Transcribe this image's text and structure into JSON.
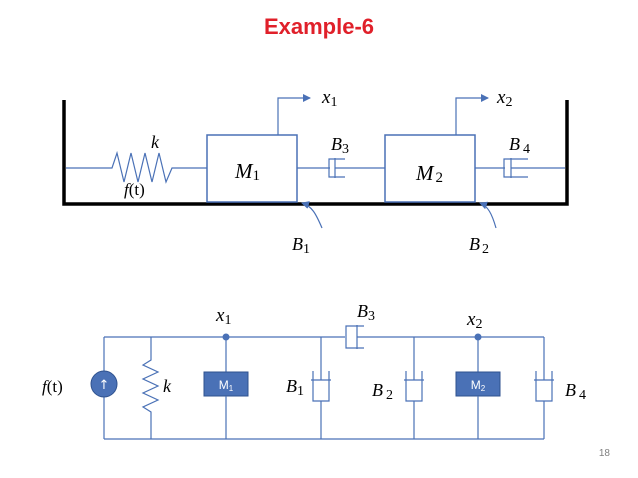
{
  "slide": {
    "title": "Example-6",
    "page_number": "18"
  },
  "colors": {
    "title": "#e0202a",
    "wire": "#4a71b6",
    "wall": "#000000",
    "mass_fill": "#4a71b6",
    "mass_border": "#2f528f",
    "node": "#4a71b6"
  },
  "mechanical": {
    "spring_label": "k",
    "force_label": "f",
    "force_arg": "(t)",
    "mass1": {
      "symbol": "M",
      "sub": "1"
    },
    "mass2": {
      "symbol": "M",
      "sub": "2"
    },
    "x1": {
      "symbol": "x",
      "sub": "1"
    },
    "x2": {
      "symbol": "x",
      "sub": "2"
    },
    "b1": {
      "symbol": "B",
      "sub": "1"
    },
    "b2": {
      "symbol": "B",
      "sub": "2"
    },
    "b3": {
      "symbol": "B",
      "sub": "3"
    },
    "b4": {
      "symbol": "B",
      "sub": "4"
    }
  },
  "electrical": {
    "source_label": "f",
    "source_arg": "(t)",
    "source_arrow": "↑",
    "k_label": "k",
    "m1_symbol": "M",
    "m1_sub": "1",
    "m2_symbol": "M",
    "m2_sub": "2",
    "x1": {
      "symbol": "x",
      "sub": "1"
    },
    "x2": {
      "symbol": "x",
      "sub": "2"
    },
    "b1": {
      "symbol": "B",
      "sub": "1"
    },
    "b2": {
      "symbol": "B",
      "sub": "2"
    },
    "b3": {
      "symbol": "B",
      "sub": "3"
    },
    "b4": {
      "symbol": "B",
      "sub": "4"
    }
  }
}
